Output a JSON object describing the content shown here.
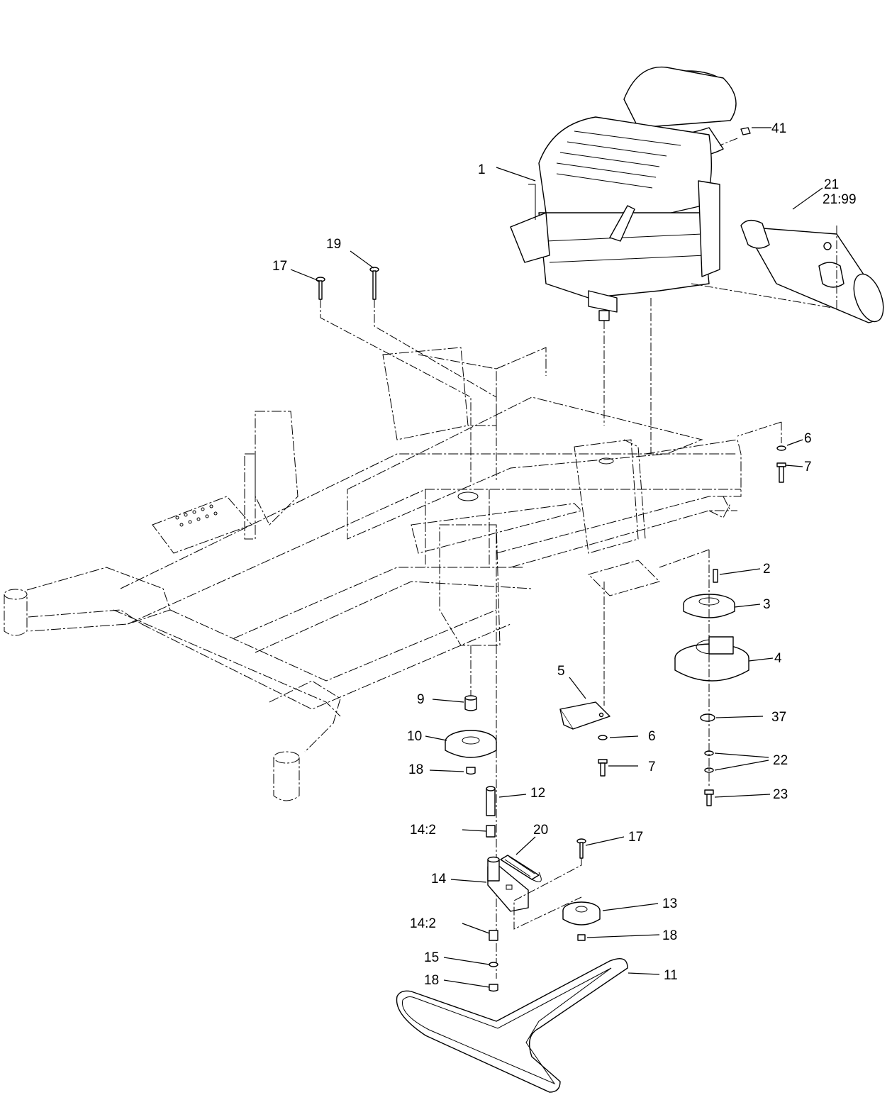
{
  "callouts": {
    "c1": "1",
    "c2": "2",
    "c3": "3",
    "c4": "4",
    "c5": "5",
    "c6a": "6",
    "c6b": "6",
    "c7a": "7",
    "c7b": "7",
    "c9": "9",
    "c10": "10",
    "c11": "11",
    "c12": "12",
    "c13": "13",
    "c14": "14",
    "c14_2a": "14:2",
    "c14_2b": "14:2",
    "c15": "15",
    "c17a": "17",
    "c17b": "17",
    "c18a": "18",
    "c18b": "18",
    "c18c": "18",
    "c19": "19",
    "c20": "20",
    "c21": "21",
    "c21_99": "21:99",
    "c22": "22",
    "c23": "23",
    "c37": "37",
    "c41": "41"
  }
}
